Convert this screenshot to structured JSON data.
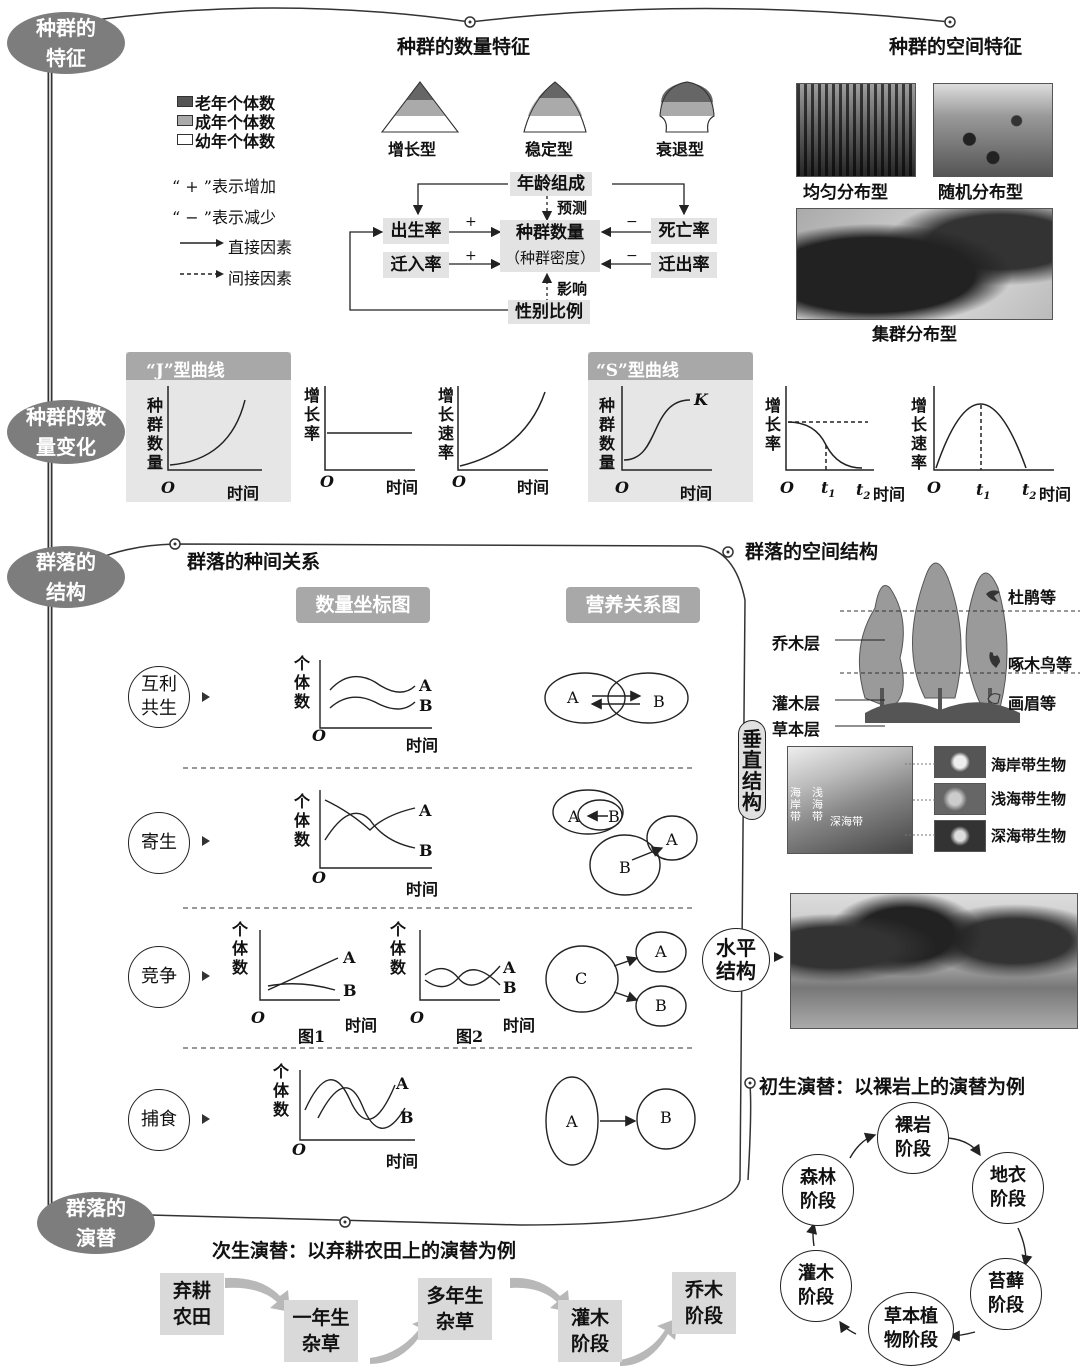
{
  "topics": {
    "population_features": "种群的特征",
    "population_change": "种群的数量变化",
    "community_structure": "群落的结构",
    "community_succession": "群落的演替"
  },
  "quantity_features": {
    "title": "种群的数量特征",
    "legend": [
      "老年个体数",
      "成年个体数",
      "幼年个体数"
    ],
    "symbols": [
      "“ + ”表示增加",
      "“ − ”表示减少",
      "直接因素",
      "间接因素"
    ],
    "pyramid_types": [
      "增长型",
      "稳定型",
      "衰退型"
    ],
    "nodes": {
      "age": "年龄组成",
      "predict": "预测",
      "birth": "出生率",
      "death": "死亡率",
      "immigration": "迁入率",
      "emigration": "迁出率",
      "center_line1": "种群数量",
      "center_line2": "（种群密度）",
      "influence": "影响",
      "sex": "性别比例",
      "plus": "+",
      "minus": "−"
    }
  },
  "spatial_features": {
    "title": "种群的空间特征",
    "photos": [
      "均匀分布型",
      "随机分布型",
      "集群分布型"
    ]
  },
  "curves": {
    "j_title": "“J”型曲线",
    "s_title": "“S”型曲线",
    "y_number": "种群数量",
    "y_rate": "增长率",
    "y_speed": "增长速率",
    "x_time": "时间",
    "origin": "O",
    "k": "K",
    "t1": "t",
    "t2": "t",
    "sub1": "1",
    "sub2": "2"
  },
  "interspecific": {
    "title": "群落的种间关系",
    "col_graph": "数量坐标图",
    "col_trophic": "营养关系图",
    "y_label": "个体数",
    "x_label": "时间",
    "origin": "O",
    "rows": [
      "互利共生",
      "寄生",
      "竞争",
      "捕食"
    ],
    "fig1": "图1",
    "fig2": "图2",
    "A": "A",
    "B": "B",
    "C": "C"
  },
  "spatial_structure": {
    "title": "群落的空间结构",
    "vertical": "垂直结构",
    "horizontal": "水平结构",
    "layers": [
      "乔木层",
      "灌木层",
      "草本层"
    ],
    "birds": [
      "杜鹃等",
      "啄木鸟等",
      "画眉等"
    ],
    "sea_zones": [
      "海岸带生物",
      "浅海带生物",
      "深海带生物"
    ],
    "sea_labels": [
      "海岸带",
      "浅海带",
      "深海带"
    ]
  },
  "primary_succession": {
    "title": "初生演替：以裸岩上的演替为例",
    "stages": [
      "裸岩阶段",
      "地衣阶段",
      "苔藓阶段",
      "草本植物阶段",
      "灌木阶段",
      "森林阶段"
    ]
  },
  "secondary_succession": {
    "title": "次生演替：以弃耕农田上的演替为例",
    "stages": [
      "弃耕农田",
      "一年生杂草",
      "多年生杂草",
      "灌木阶段",
      "乔木阶段"
    ]
  }
}
